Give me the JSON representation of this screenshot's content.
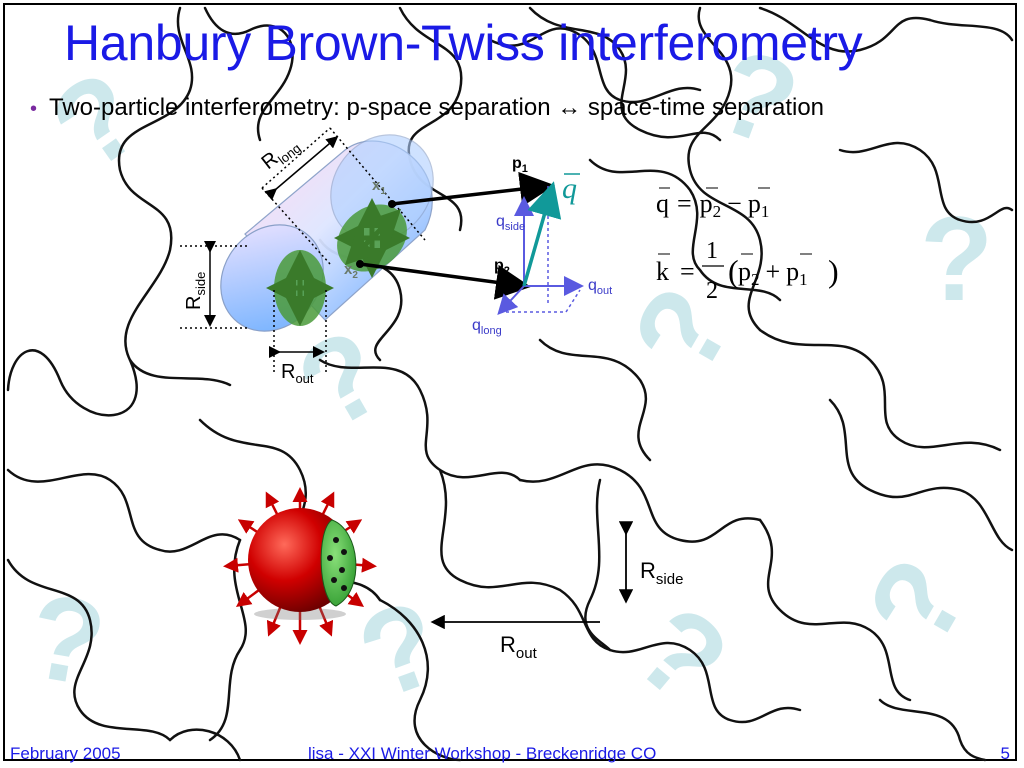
{
  "title": "Hanbury Brown-Twiss interferometry",
  "bullet": {
    "text_before": "Two-particle interferometry: p-space separation ",
    "arrow": "↔",
    "text_after": " space-time separation"
  },
  "labels": {
    "r_long": "R",
    "r_long_sub": "long",
    "r_side": "R",
    "r_side_sub": "side",
    "r_out": "R",
    "r_out_sub": "out",
    "x1": "x",
    "x1_sub": "1",
    "x2": "x",
    "x2_sub": "2",
    "p1": "p",
    "p1_sub": "1",
    "p2": "p",
    "p2_sub": "2",
    "q_vec": "q",
    "q_side": "q",
    "q_side_sub": "side",
    "q_out": "q",
    "q_out_sub": "out",
    "q_long": "q",
    "q_long_sub": "long",
    "lower_r_side": "R",
    "lower_r_side_sub": "side",
    "lower_r_out": "R",
    "lower_r_out_sub": "out"
  },
  "equations": {
    "q_lhs": "q",
    "q_rhs_a": "p",
    "q_rhs_a_sub": "2",
    "q_minus": "−",
    "q_rhs_b": "p",
    "q_rhs_b_sub": "1",
    "k_lhs": "k",
    "k_num": "1",
    "k_den": "2",
    "k_a": "p",
    "k_a_sub": "2",
    "k_plus": "+",
    "k_b": "p",
    "k_b_sub": "1"
  },
  "footer": {
    "date": "February 2005",
    "event": "lisa - XXI Winter Workshop - Breckenridge CO",
    "page": "5"
  },
  "colors": {
    "title": "#1a1ae6",
    "question_marks": "#cde8ec",
    "fireball_red": "#d40000",
    "arrow_teal": "#119999",
    "q_axes": "#5a5ae0"
  }
}
